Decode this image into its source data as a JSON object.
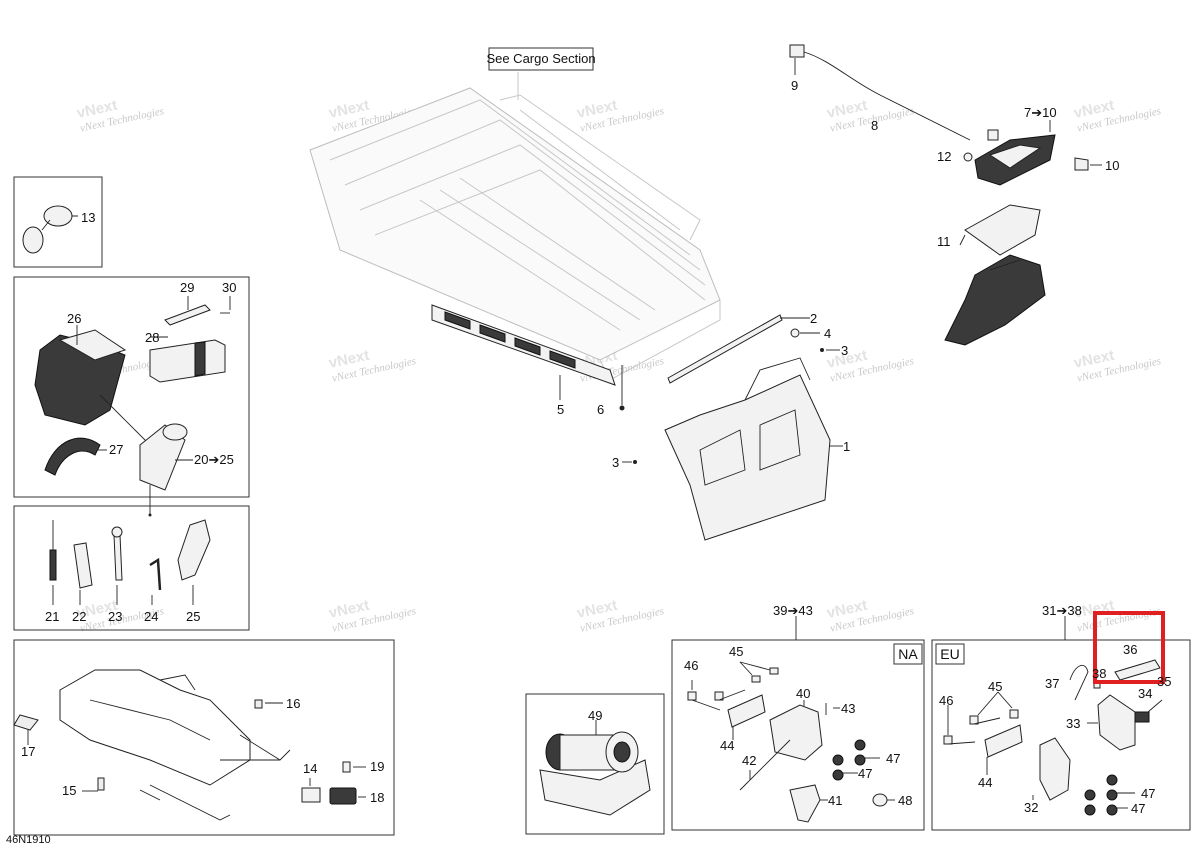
{
  "diagram_code": "46N1910",
  "cargo_note": "See Cargo Section",
  "watermark": {
    "line1": "vNext",
    "line2": "Technologies",
    "full": "vNext Technologies"
  },
  "box_tags": {
    "na": "NA",
    "eu": "EU"
  },
  "highlight_color": "#e02020",
  "callouts": {
    "c1": "1",
    "c2": "2",
    "c3a": "3",
    "c3b": "3",
    "c4": "4",
    "c5": "5",
    "c6": "6",
    "c7_10": "7➔10",
    "c8": "8",
    "c9": "9",
    "c10": "10",
    "c11": "11",
    "c12": "12",
    "c13": "13",
    "c14": "14",
    "c15": "15",
    "c16": "16",
    "c17": "17",
    "c18": "18",
    "c19": "19",
    "c20_25": "20➔25",
    "c21": "21",
    "c22": "22",
    "c23": "23",
    "c24": "24",
    "c25": "25",
    "c26": "26",
    "c27": "27",
    "c28": "28",
    "c29": "29",
    "c30": "30",
    "c31_38": "31➔38",
    "c32": "32",
    "c33": "33",
    "c34": "34",
    "c35": "35",
    "c36": "36",
    "c37": "37",
    "c38": "38",
    "c39_43": "39➔43",
    "c40": "40",
    "c41": "41",
    "c42": "42",
    "c43": "43",
    "c44a": "44",
    "c44b": "44",
    "c45a": "45",
    "c45b": "45",
    "c46a": "46",
    "c46b": "46",
    "c47a": "47",
    "c47b": "47",
    "c47c": "47",
    "c47d": "47",
    "c48": "48",
    "c49": "49"
  }
}
